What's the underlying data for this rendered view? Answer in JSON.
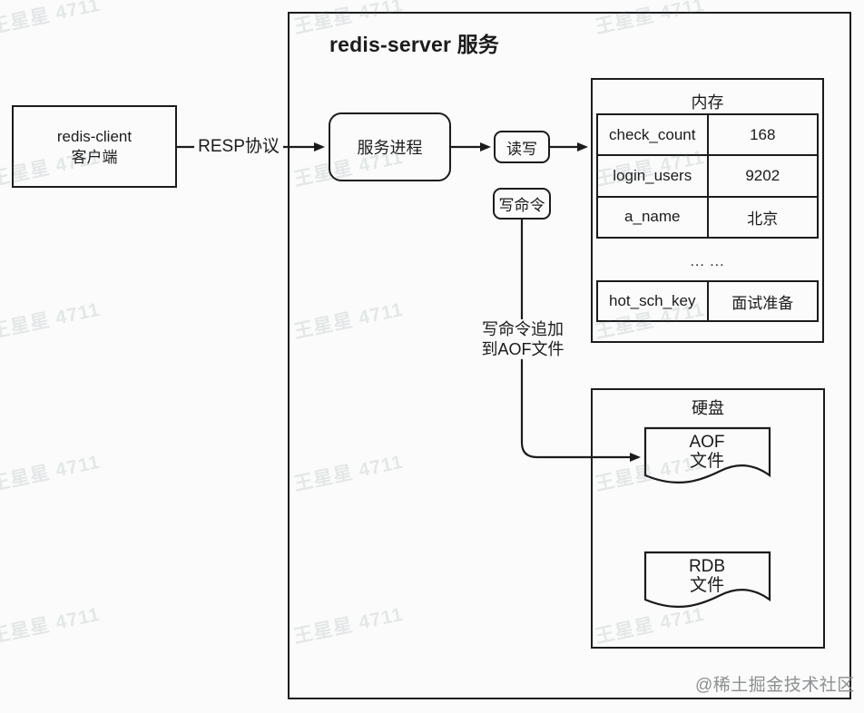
{
  "colors": {
    "background": "#fafbfa",
    "line": "#1b1b1d",
    "text": "#1b1b1d",
    "credit_gray": "#8c8f91",
    "watermark_gray": "rgba(100,115,125,0.14)"
  },
  "watermark": {
    "text": "王星星 4711"
  },
  "credit": {
    "text": "@稀土掘金技术社区"
  },
  "client": {
    "line1": "redis-client",
    "line2": "客户端"
  },
  "link_labels": {
    "resp": "RESP协议"
  },
  "server": {
    "title": "redis-server 服务",
    "process": "服务进程",
    "read_write": "读写",
    "write_cmd": "写命令",
    "aof_note_line1": "写命令追加",
    "aof_note_line2": "到AOF文件"
  },
  "memory": {
    "title": "内存",
    "rows": [
      {
        "key": "check_count",
        "value": "168"
      },
      {
        "key": "login_users",
        "value": "9202"
      },
      {
        "key": "a_name",
        "value": "北京"
      }
    ],
    "ellipsis": "... ...",
    "hot_row": {
      "key": "hot_sch_key",
      "value": "面试准备"
    }
  },
  "disk": {
    "title": "硬盘",
    "aof": {
      "line1": "AOF",
      "line2": "文件"
    },
    "rdb": {
      "line1": "RDB",
      "line2": "文件"
    }
  }
}
